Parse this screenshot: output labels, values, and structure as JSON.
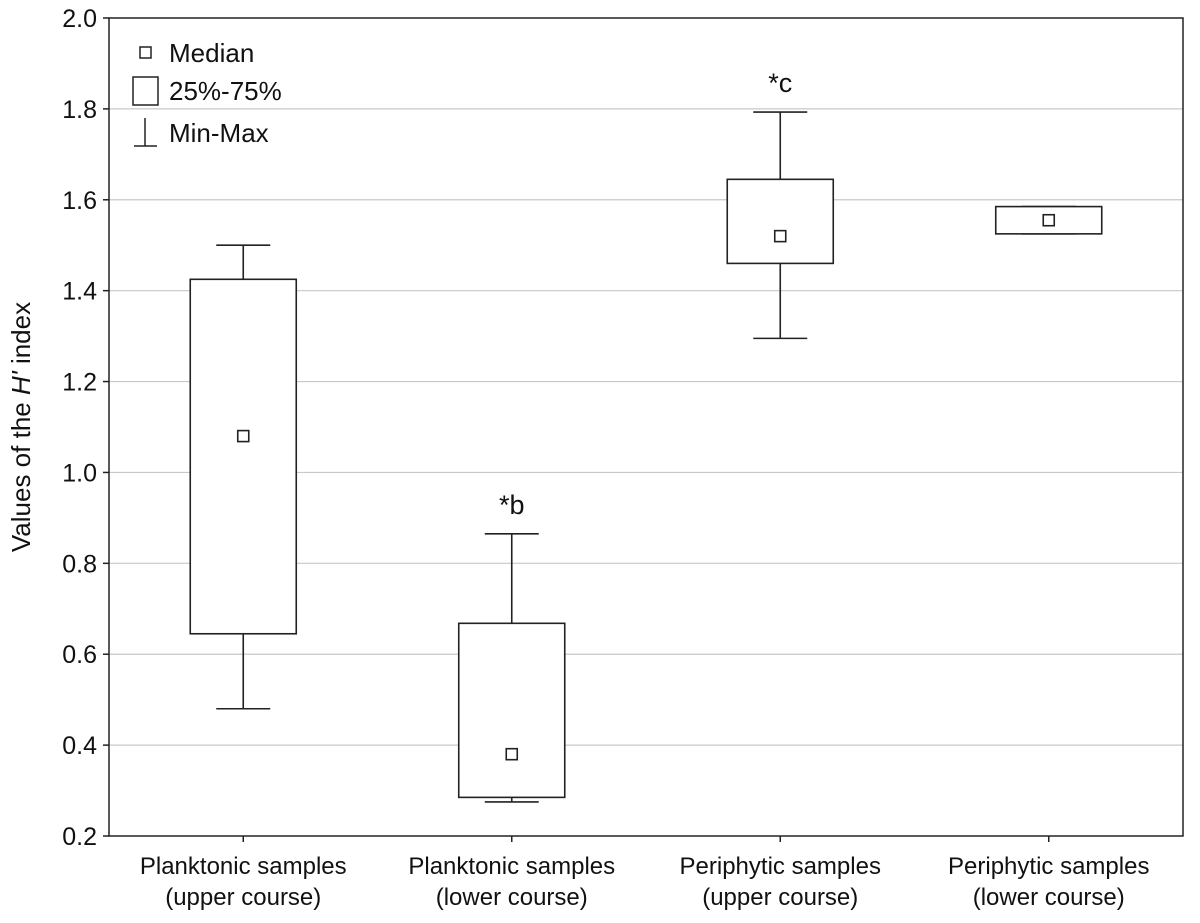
{
  "chart_data": {
    "type": "boxplot",
    "ylabel_parts": [
      "Values of the ",
      "H'",
      " index"
    ],
    "xlabel": "",
    "ylim": [
      0.2,
      2.0
    ],
    "yticks": [
      0.2,
      0.4,
      0.6,
      0.8,
      1.0,
      1.2,
      1.4,
      1.6,
      1.8,
      2.0
    ],
    "ytick_labels": [
      "0.2",
      "0.4",
      "0.6",
      "0.8",
      "1.0",
      "1.2",
      "1.4",
      "1.6",
      "1.8",
      "2.0"
    ],
    "grid": true,
    "legend": {
      "position": "top-left",
      "items": [
        {
          "key": "median",
          "label": "Median"
        },
        {
          "key": "box",
          "label": "25%-75%"
        },
        {
          "key": "whisker",
          "label": "Min-Max"
        }
      ]
    },
    "categories": [
      {
        "line1": "Planktonic samples",
        "line2": "(upper course)"
      },
      {
        "line1": "Planktonic samples",
        "line2": "(lower course)"
      },
      {
        "line1": "Periphytic samples",
        "line2": "(upper course)"
      },
      {
        "line1": "Periphytic samples",
        "line2": "(lower course)"
      }
    ],
    "boxes": [
      {
        "min": 0.48,
        "q1": 0.645,
        "median": 1.08,
        "q3": 1.425,
        "max": 1.5,
        "annotation": ""
      },
      {
        "min": 0.275,
        "q1": 0.285,
        "median": 0.38,
        "q3": 0.668,
        "max": 0.865,
        "annotation": "*b"
      },
      {
        "min": 1.295,
        "q1": 1.46,
        "median": 1.52,
        "q3": 1.645,
        "max": 1.793,
        "annotation": "*c"
      },
      {
        "min": 1.525,
        "q1": 1.525,
        "median": 1.555,
        "q3": 1.585,
        "max": 1.585,
        "annotation": ""
      }
    ]
  }
}
